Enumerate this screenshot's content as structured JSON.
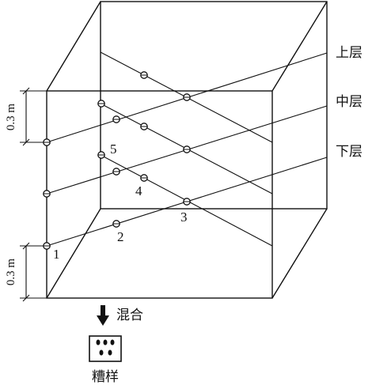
{
  "layer_labels": {
    "upper": "上层",
    "middle": "中层",
    "lower": "下层"
  },
  "point_labels": [
    "1",
    "2",
    "3",
    "4",
    "5"
  ],
  "dimension_labels": {
    "top": "0.3 m",
    "bottom": "0.3 m"
  },
  "mix_label": "混合",
  "sample_label": "糟样"
}
